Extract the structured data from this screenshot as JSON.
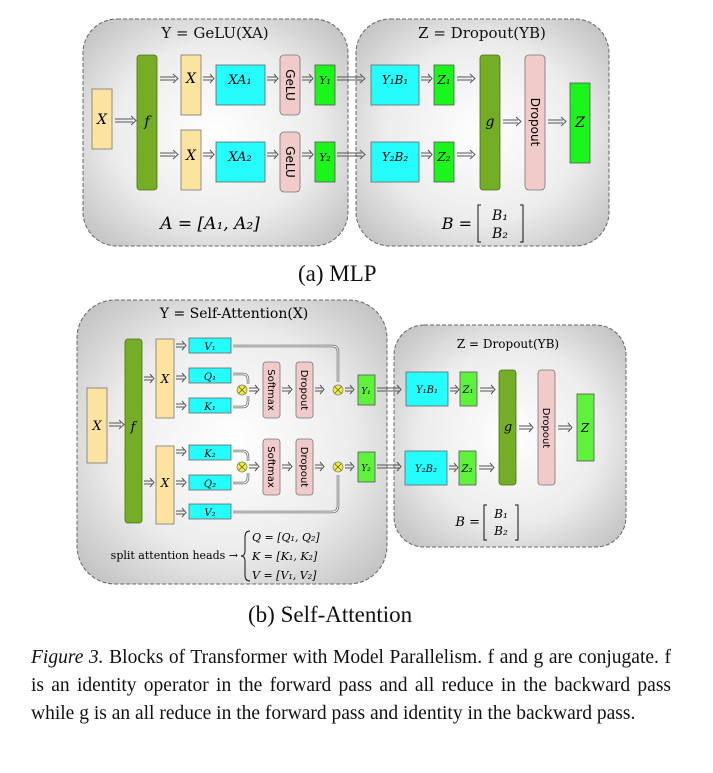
{
  "figure": {
    "colors": {
      "input_x": "#fde3a0",
      "f_g_bar": "#75ad27",
      "weight_block": "#25fcfc",
      "activation": "#f0cbc9",
      "output_green": "#1cf51c",
      "output_green_b": "#5ef23c",
      "mult_node": "#f2ec3a",
      "panel_bg": "#d9d9d9"
    },
    "mlp": {
      "left_title": "Y = GeLU(XA)",
      "right_title": "Z = Dropout(YB)",
      "input": "X",
      "f_label": "f",
      "g_label": "g",
      "branch1": {
        "x": "X",
        "weight": "XA₁",
        "act": "GeLU",
        "y": "Y₁",
        "yb": "Y₁B₁",
        "z": "Z₁"
      },
      "branch2": {
        "x": "X",
        "weight": "XA₂",
        "act": "GeLU",
        "y": "Y₂",
        "yb": "Y₂B₂",
        "z": "Z₂"
      },
      "dropout": "Dropout",
      "output": "Z",
      "a_eq": "A = [A₁, A₂]",
      "b_eq_lhs": "B =",
      "b_eq_top": "B₁",
      "b_eq_bot": "B₂",
      "subcaption": "(a) MLP"
    },
    "attention": {
      "left_title": "Y = Self-Attention(X)",
      "right_title": "Z = Dropout(YB)",
      "input": "X",
      "f_label": "f",
      "g_label": "g",
      "head1": {
        "x": "X",
        "v": "V₁",
        "q": "Q₁",
        "k": "K₁",
        "softmax": "Softmax",
        "dropout": "Dropout",
        "y": "Y₁",
        "yb": "Y₁B₁",
        "z": "Z₁"
      },
      "head2": {
        "x": "X",
        "k": "K₂",
        "q": "Q₂",
        "v": "V₂",
        "softmax": "Softmax",
        "dropout": "Dropout",
        "y": "Y₂",
        "yb": "Y₂B₂",
        "z": "Z₂"
      },
      "mult_symbol": "⊗",
      "dropout": "Dropout",
      "output": "Z",
      "split_label": "split attention heads →",
      "split_q": "Q = [Q₁, Q₂]",
      "split_k": "K = [K₁, K₂]",
      "split_v": "V = [V₁, V₂]",
      "b_eq_lhs": "B =",
      "b_eq_top": "B₁",
      "b_eq_bot": "B₂",
      "subcaption": "(b) Self-Attention"
    },
    "caption": {
      "label": "Figure 3.",
      "text": " Blocks of Transformer with Model Parallelism. f and g are conjugate. f is an identity operator in the forward pass and all reduce in the backward pass while g is an all reduce in the forward pass and identity in the backward pass."
    }
  }
}
